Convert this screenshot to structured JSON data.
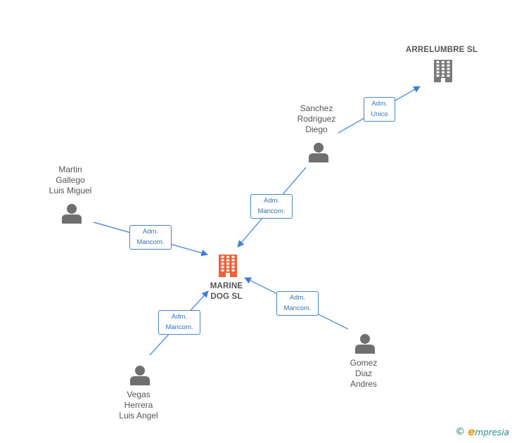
{
  "nodes": {
    "arrelumbre": {
      "name": "ARRELUMBRE SL",
      "type": "company"
    },
    "marine": {
      "name_lines": [
        "MARINE",
        "DOG  SL"
      ],
      "type": "company",
      "color": "#f0613a"
    },
    "sanchez": {
      "name_lines": [
        "Sanchez",
        "Rodriguez",
        "Diego"
      ],
      "type": "person"
    },
    "martin": {
      "name_lines": [
        "Martin",
        "Gallego",
        "Luis Miguel"
      ],
      "type": "person"
    },
    "vegas": {
      "name_lines": [
        "Vegas",
        "Herrera",
        "Luis Angel"
      ],
      "type": "person"
    },
    "gomez": {
      "name_lines": [
        "Gomez",
        "Diaz",
        "Andres"
      ],
      "type": "person"
    }
  },
  "relations": [
    {
      "from": "sanchez",
      "to": "arrelumbre",
      "label_lines": [
        "Adm.",
        "Unico"
      ]
    },
    {
      "from": "sanchez",
      "to": "marine",
      "label_lines": [
        "Adm.",
        "Mancom."
      ]
    },
    {
      "from": "martin",
      "to": "marine",
      "label_lines": [
        "Adm.",
        "Mancom."
      ]
    },
    {
      "from": "vegas",
      "to": "marine",
      "label_lines": [
        "Adm.",
        "Mancom."
      ]
    },
    {
      "from": "gomez",
      "to": "marine",
      "label_lines": [
        "Adm.",
        "Mancom."
      ]
    }
  ],
  "colors": {
    "edge": "#3b7dd8",
    "person": "#6f6f6f",
    "company": "#7a7a7a",
    "focus_company": "#f0613a"
  },
  "footer": {
    "copyright": "©",
    "brand_initial": "e",
    "brand_rest": "mpresia"
  }
}
